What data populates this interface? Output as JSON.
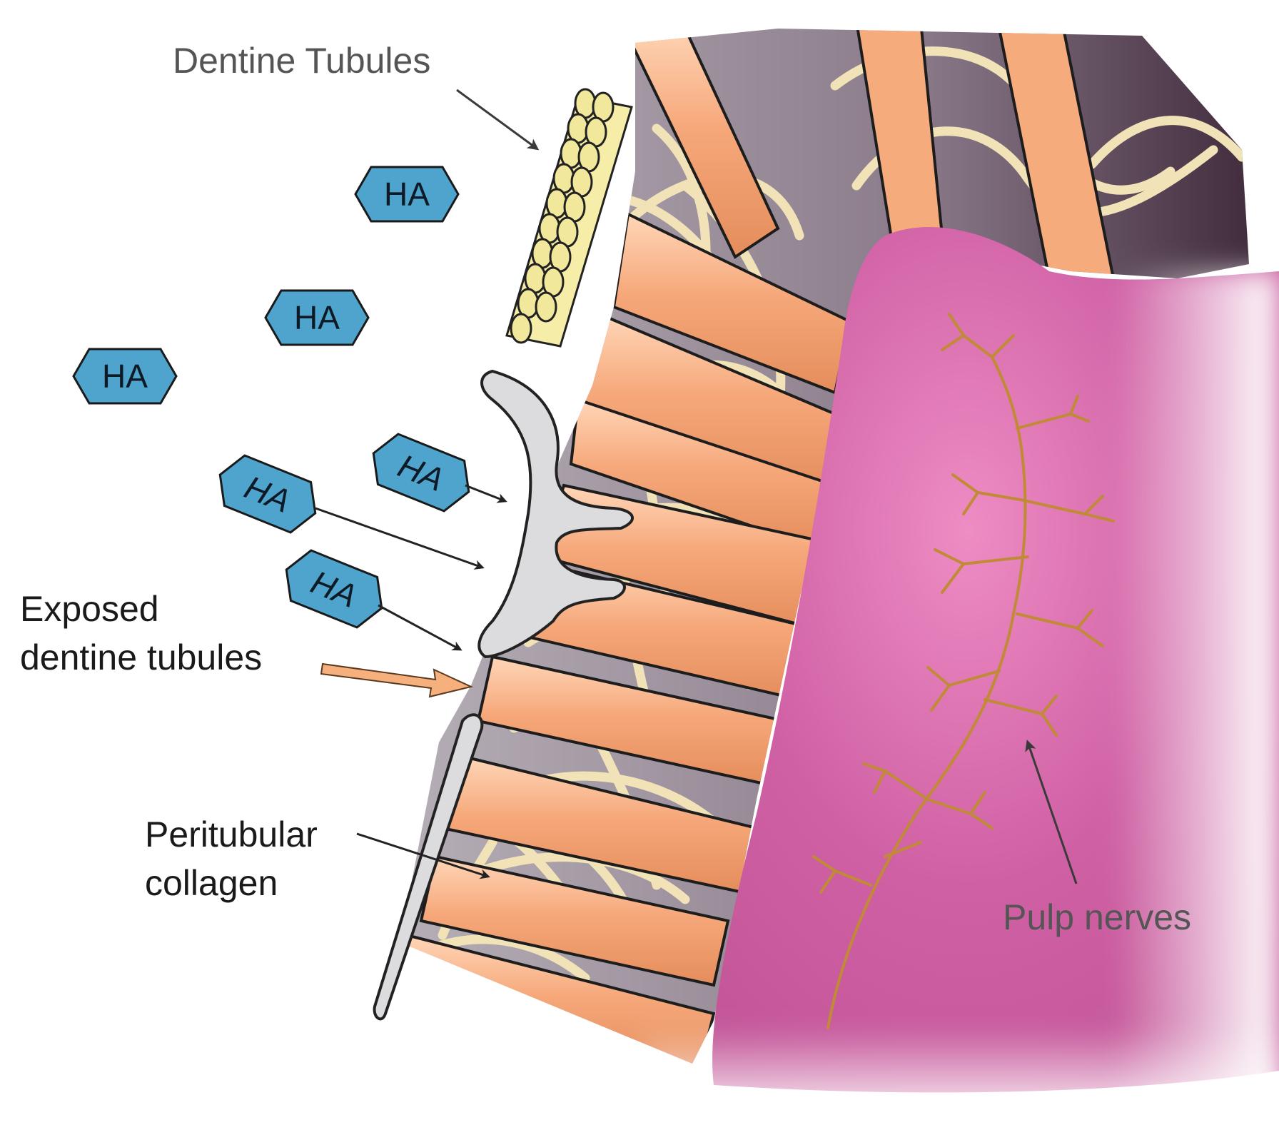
{
  "labels": {
    "dentine_tubules": "Dentine Tubules",
    "exposed_line1": "Exposed",
    "exposed_line2": "dentine tubules",
    "peritubular_line1": "Peritubular",
    "peritubular_line2": "collagen",
    "pulp_nerves": "Pulp nerves"
  },
  "ha_badges": [
    {
      "text": "HA",
      "style": "upright"
    },
    {
      "text": "HA",
      "style": "upright"
    },
    {
      "text": "HA",
      "style": "upright"
    },
    {
      "text": "HA",
      "style": "italic"
    },
    {
      "text": "HA",
      "style": "italic"
    },
    {
      "text": "HA",
      "style": "italic"
    }
  ],
  "colors": {
    "ha_fill": "#4ea4cc",
    "tubule_fill": "#f4a77c",
    "collagen": "#efdfb2",
    "matrix": "#9c8f99",
    "pulp": "#cc5b9f",
    "nerve": "#c08a36",
    "peritubular": "#dcdcde",
    "end_tubules": "#f2e89c"
  }
}
